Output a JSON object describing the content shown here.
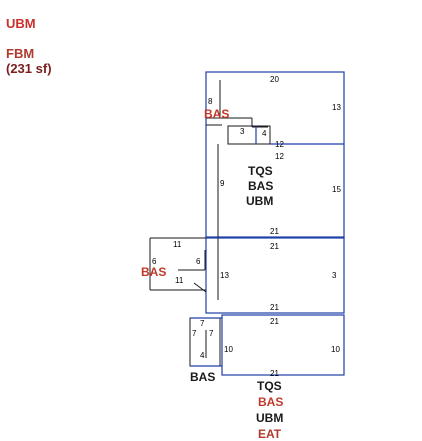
{
  "title": "UBM",
  "subtitle": "FBM",
  "area": "(231 sf)",
  "dims": {
    "top": "20",
    "d8": "8",
    "d13a": "13",
    "d3": "3",
    "d4": "4",
    "d12": "12",
    "d12b": "12",
    "d9": "9",
    "d15": "15",
    "d21a": "21",
    "d21b": "21",
    "d11a": "11",
    "d6a": "6",
    "d6b": "6",
    "d11b": "11",
    "d3b": "3",
    "d13b": "13",
    "d21c": "21",
    "d21d": "21",
    "d7a": "7",
    "d7b": "7",
    "d7c": "7",
    "d4b": "4",
    "d10a": "10",
    "d10b": "10",
    "d21e": "21"
  },
  "rooms": {
    "bas_top": "BAS",
    "tqs_mid": "TQS",
    "bas_mid": "BAS",
    "ubm_mid": "UBM",
    "bas_left": "BAS",
    "bas_bottom_left": "BAS",
    "tqs_bottom": "TQS",
    "bas_bottom": "BAS",
    "ubm_bottom": "UBM",
    "eat_bottom": "EAT"
  },
  "colors": {
    "line": "#1a1a1a",
    "blue": "#1f3fa8",
    "title": "#c8322a"
  }
}
